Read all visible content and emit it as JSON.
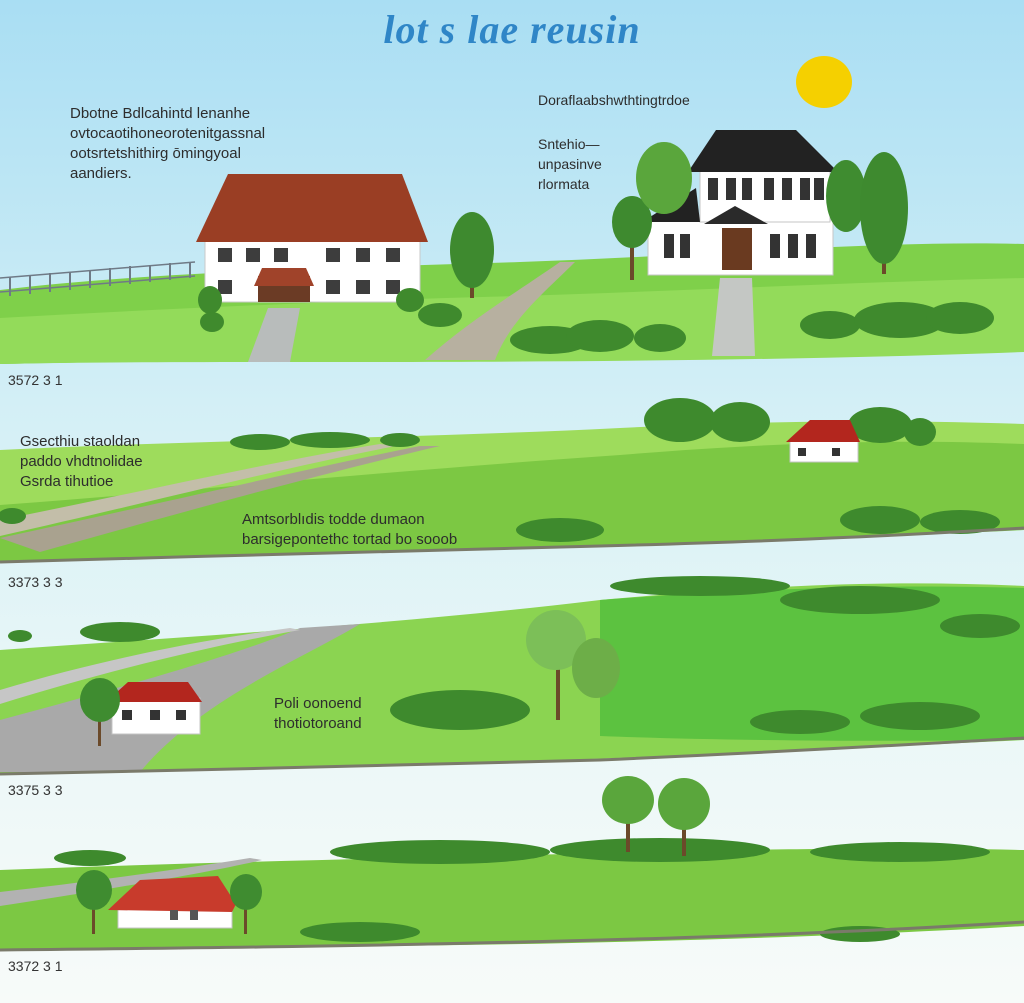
{
  "title": "lot s lae reusin",
  "panels": [
    {
      "label_number": "3572 3 1",
      "text_left": [
        "Dbotne Bdlcahintd lenanhe",
        "ovtocaotihoneorotenitgassnal",
        "ootsrtetshithirg ōmingyoal",
        "aandiers."
      ],
      "text_right_title": "Doraflaabshwthtingtrdoe",
      "text_right": [
        "Sntehio—",
        "unpasinve",
        "rlormata"
      ]
    },
    {
      "label_number": "3373 3 3",
      "text_left": [
        "Gsecthiu staoldan",
        "paddo vhdtnolidae",
        "Gsrda tihutioe"
      ],
      "text_center": [
        "Amtsorblıdis todde dumaon",
        "barsigepontethc tortad bo sooob"
      ]
    },
    {
      "label_number": "3375 3 3",
      "text_center": [
        "Poli oonoend",
        "thotiotoroand"
      ]
    },
    {
      "label_number": "3372 3 1"
    }
  ]
}
